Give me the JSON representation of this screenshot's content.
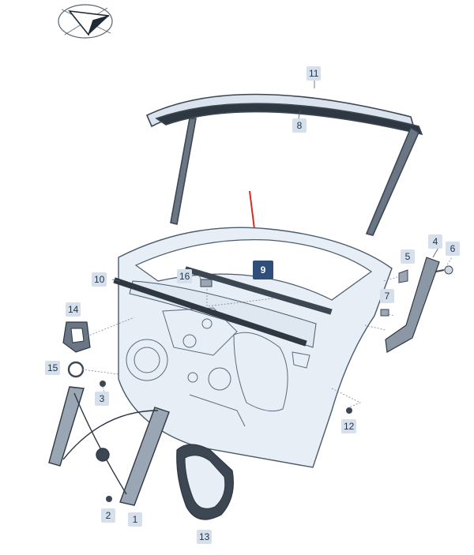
{
  "logo": {
    "icon": "compass-arrow-icon"
  },
  "callouts": {
    "c1": "1",
    "c2": "2",
    "c3": "3",
    "c4": "4",
    "c5": "5",
    "c6": "6",
    "c7": "7",
    "c8": "8",
    "c9": "9",
    "c10": "10",
    "c11": "11",
    "c12": "12",
    "c13": "13",
    "c14": "14",
    "c15": "15",
    "c16": "16"
  },
  "colors": {
    "part_fill": "#e7eef5",
    "part_stroke": "#4b5b6c",
    "seal_dark": "#3c4753",
    "callout_bg": "#d6e0ec",
    "highlight_bg": "#2f4f7a",
    "arrow_red": "#e0261f"
  }
}
